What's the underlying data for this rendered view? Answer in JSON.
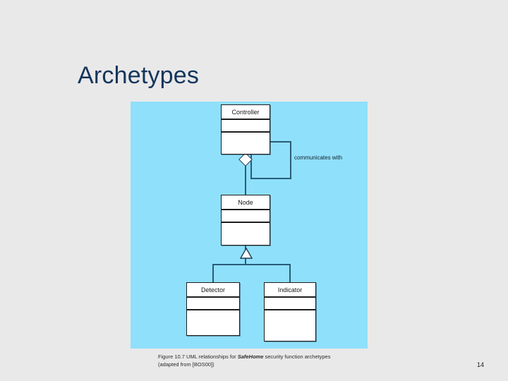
{
  "slide": {
    "title": "Archetypes",
    "page_number": "14",
    "title_color": "#14355c",
    "background_color": "#e9e9e9"
  },
  "figure": {
    "panel_color": "#8fe0fb",
    "caption_line1_pre": "Figure 10.7",
    "caption_line1_mid": "UML relationships for ",
    "caption_safehome": "SafeHome",
    "caption_line1_post": " security function archetypes",
    "caption_line2": "(adapted from [BOS00])",
    "classes": [
      {
        "name": "Controller",
        "attributes": "",
        "operations": ""
      },
      {
        "name": "Node",
        "attributes": "",
        "operations": ""
      },
      {
        "name": "Detector",
        "attributes": "",
        "operations": ""
      },
      {
        "name": "Indicator",
        "attributes": "",
        "operations": ""
      }
    ],
    "relationships": [
      {
        "type": "aggregation",
        "label": "",
        "from": "Controller",
        "to": "Node"
      },
      {
        "type": "association",
        "label": "communicates with",
        "from": "Controller",
        "to": "Controller"
      },
      {
        "type": "generalization",
        "label": "",
        "from": "Detector",
        "to": "Node"
      },
      {
        "type": "generalization",
        "label": "",
        "from": "Indicator",
        "to": "Node"
      }
    ],
    "association_label": "communicates with",
    "line_color": "#2a5c7a"
  }
}
